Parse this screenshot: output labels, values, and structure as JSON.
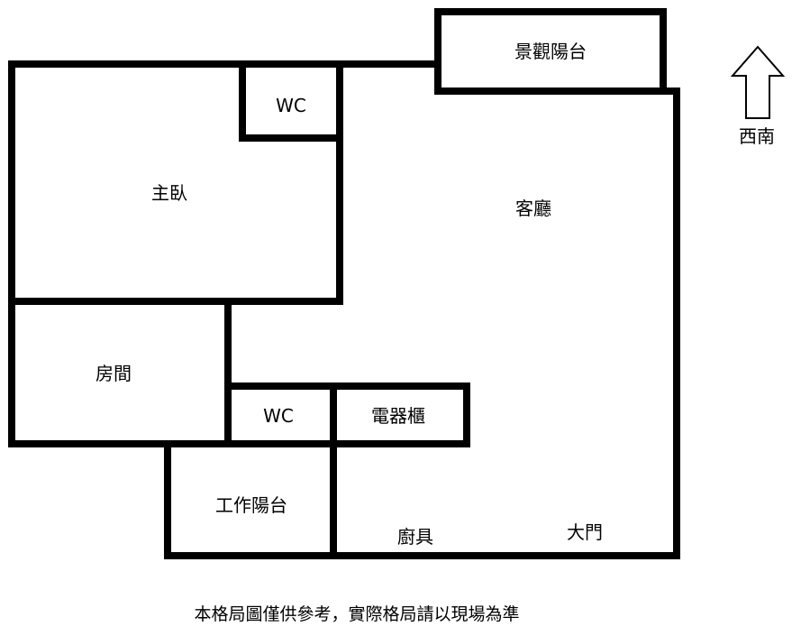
{
  "rooms": {
    "scenic_balcony": "景觀陽台",
    "wc_upper": "WC",
    "master_bedroom": "主臥",
    "living_room": "客廳",
    "room": "房間",
    "wc_lower": "WC",
    "appliance_cabinet": "電器櫃",
    "work_balcony": "工作陽台",
    "kitchen": "廚具",
    "main_door": "大門"
  },
  "orientation": {
    "label": "西南",
    "icon": "north-arrow-icon"
  },
  "disclaimer": "本格局圖僅供參考，實際格局請以現場為準",
  "colors": {
    "wall": "#000000",
    "background": "#ffffff"
  }
}
